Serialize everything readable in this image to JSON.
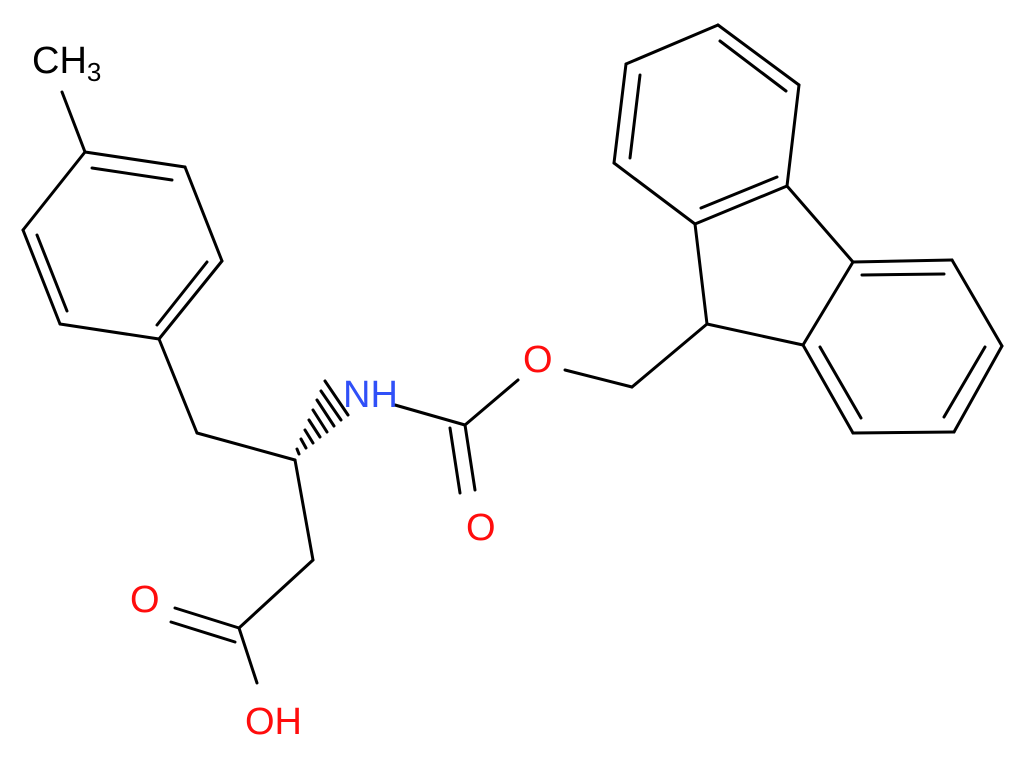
{
  "molecule": {
    "atoms": {
      "methyl": "CH",
      "methyl_sub": "3",
      "amine": "NH",
      "ester_oxygen": "O",
      "carbamate_carbonyl_oxygen": "O",
      "acid_carbonyl_oxygen": "O",
      "acid_hydroxyl": "OH"
    },
    "colors": {
      "bond": "#000000",
      "carbon_label": "#000000",
      "nitrogen": "#3050F8",
      "oxygen": "#FF0D0D"
    }
  }
}
